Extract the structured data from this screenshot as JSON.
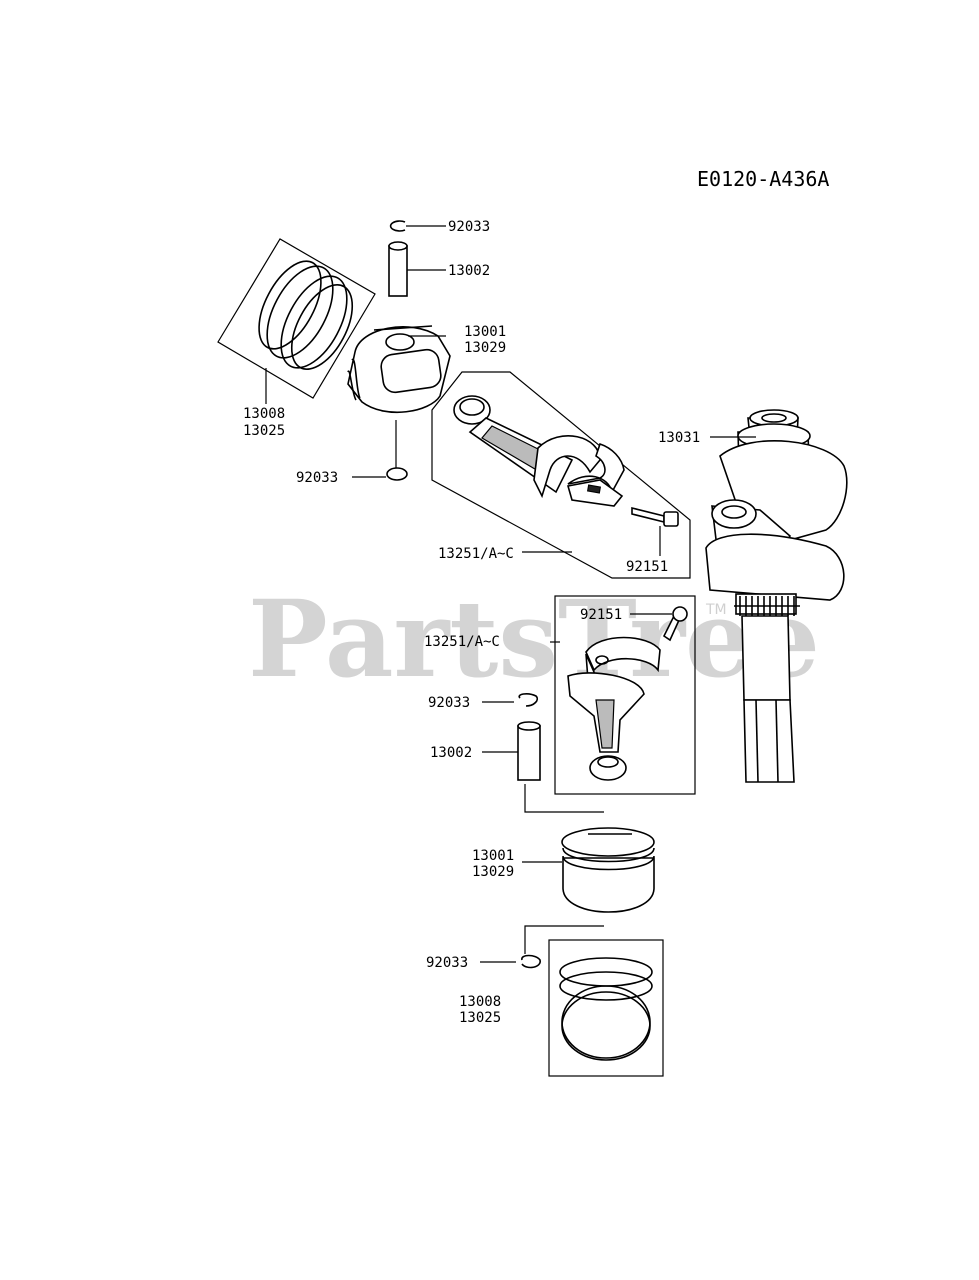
{
  "diagram_code": "E0120-A436A",
  "watermark": "PartsTree",
  "watermark_tm": "TM",
  "callouts": {
    "upper": {
      "retainer_top": "92033",
      "pin": "13002",
      "piston_a": "13001",
      "piston_b": "13029",
      "rings_a": "13008",
      "rings_b": "13025",
      "retainer_bottom": "92033",
      "rod": "13251/A~C",
      "bolt": "92151",
      "crankshaft": "13031"
    },
    "lower": {
      "bolt": "92151",
      "rod": "13251/A~C",
      "retainer_top": "92033",
      "pin": "13002",
      "piston_a": "13001",
      "piston_b": "13029",
      "retainer_bottom": "92033",
      "rings_a": "13008",
      "rings_b": "13025"
    }
  }
}
